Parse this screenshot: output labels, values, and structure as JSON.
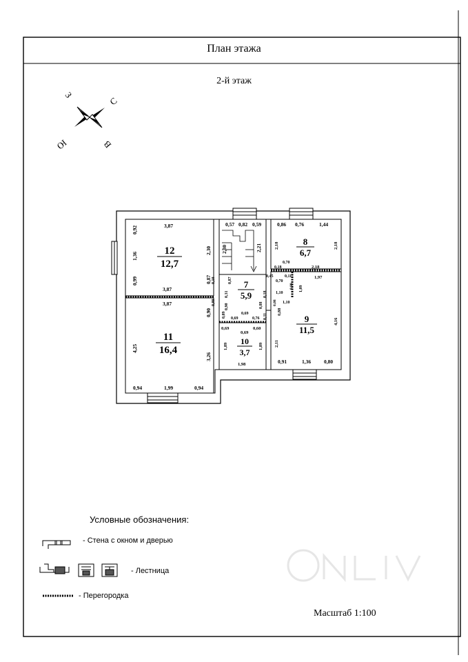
{
  "header": {
    "title": "План этажа",
    "floor": "2-й этаж"
  },
  "compass": {
    "north": "С",
    "south": "Ю",
    "east": "В",
    "west": "З"
  },
  "rooms": [
    {
      "number": "12",
      "area": "12,7"
    },
    {
      "number": "11",
      "area": "16,4"
    },
    {
      "number": "7",
      "area": "5,9"
    },
    {
      "number": "8",
      "area": "6,7"
    },
    {
      "number": "9",
      "area": "11,5"
    },
    {
      "number": "10",
      "area": "3,7"
    }
  ],
  "dimensions": {
    "r12_top": "3,87",
    "r12_tl": "0,92",
    "r12_left_1": "1,36",
    "r12_left_2": "0,99",
    "r12_right_1": "2,30",
    "r12_right_2": "0,87",
    "r12_bottom": "3,87",
    "r11_top": "3,87",
    "r11_left": "4,25",
    "r11_right_1": "0,90",
    "r11_right_2": "3,26",
    "r11_bottom_1": "0,94",
    "r11_bottom_2": "1,99",
    "r11_bottom_3": "0,94",
    "st_top_1": "0,57",
    "st_top_2": "0,82",
    "st_top_3": "0,59",
    "st_left": "2,30",
    "st_right": "2,21",
    "r7_left_1": "0,10",
    "r7_left_2": "0,87",
    "r7_left_3": "0,31",
    "r7_left_4": "0,09",
    "r7_left_5": "0,90",
    "r7_right_1": "0,18",
    "r7_right_2": "0,88",
    "r7_top_1": "0,45",
    "r7_top_2": "0,70",
    "r7_top_3": "0,11",
    "r7_b_1": "0,69",
    "r7_b_2": "0,69",
    "r7_b_3": "0,76",
    "r7_b_4": "0,09",
    "r7_b_5": "0,11",
    "r8_top_1": "0,86",
    "r8_top_2": "0,76",
    "r8_top_3": "1,44",
    "r8_left": "2,18",
    "r8_right": "2,18",
    "r8_bottom_1": "0,18",
    "r8_bottom_2": "0,70",
    "r8_bottom_3": "2,18",
    "r9_top": "1,97",
    "r9_tl_1": "1,10",
    "r9_tl_2": "1,10",
    "r9_tl_3": "1,09",
    "r9_tl_4": "0,08",
    "r9_tl_5": "0,99",
    "r9_left_1": "0,88",
    "r9_left_2": "2,11",
    "r9_right": "4,16",
    "r9_bottom_1": "0,91",
    "r9_bottom_2": "1,36",
    "r9_bottom_3": "0,80",
    "r10_top_1": "0,69",
    "r10_top_2": "0,60",
    "r10_mid": "0,69",
    "r10_left": "1,89",
    "r10_right": "1,89",
    "r10_bottom": "1,98"
  },
  "legend": {
    "title": "Условные обозначения:",
    "wall": "- Стена с окном и дверью",
    "stairs": "- Лестница",
    "partition": "- Перегородка"
  },
  "footer": {
    "scale": "Масштаб 1:100"
  }
}
